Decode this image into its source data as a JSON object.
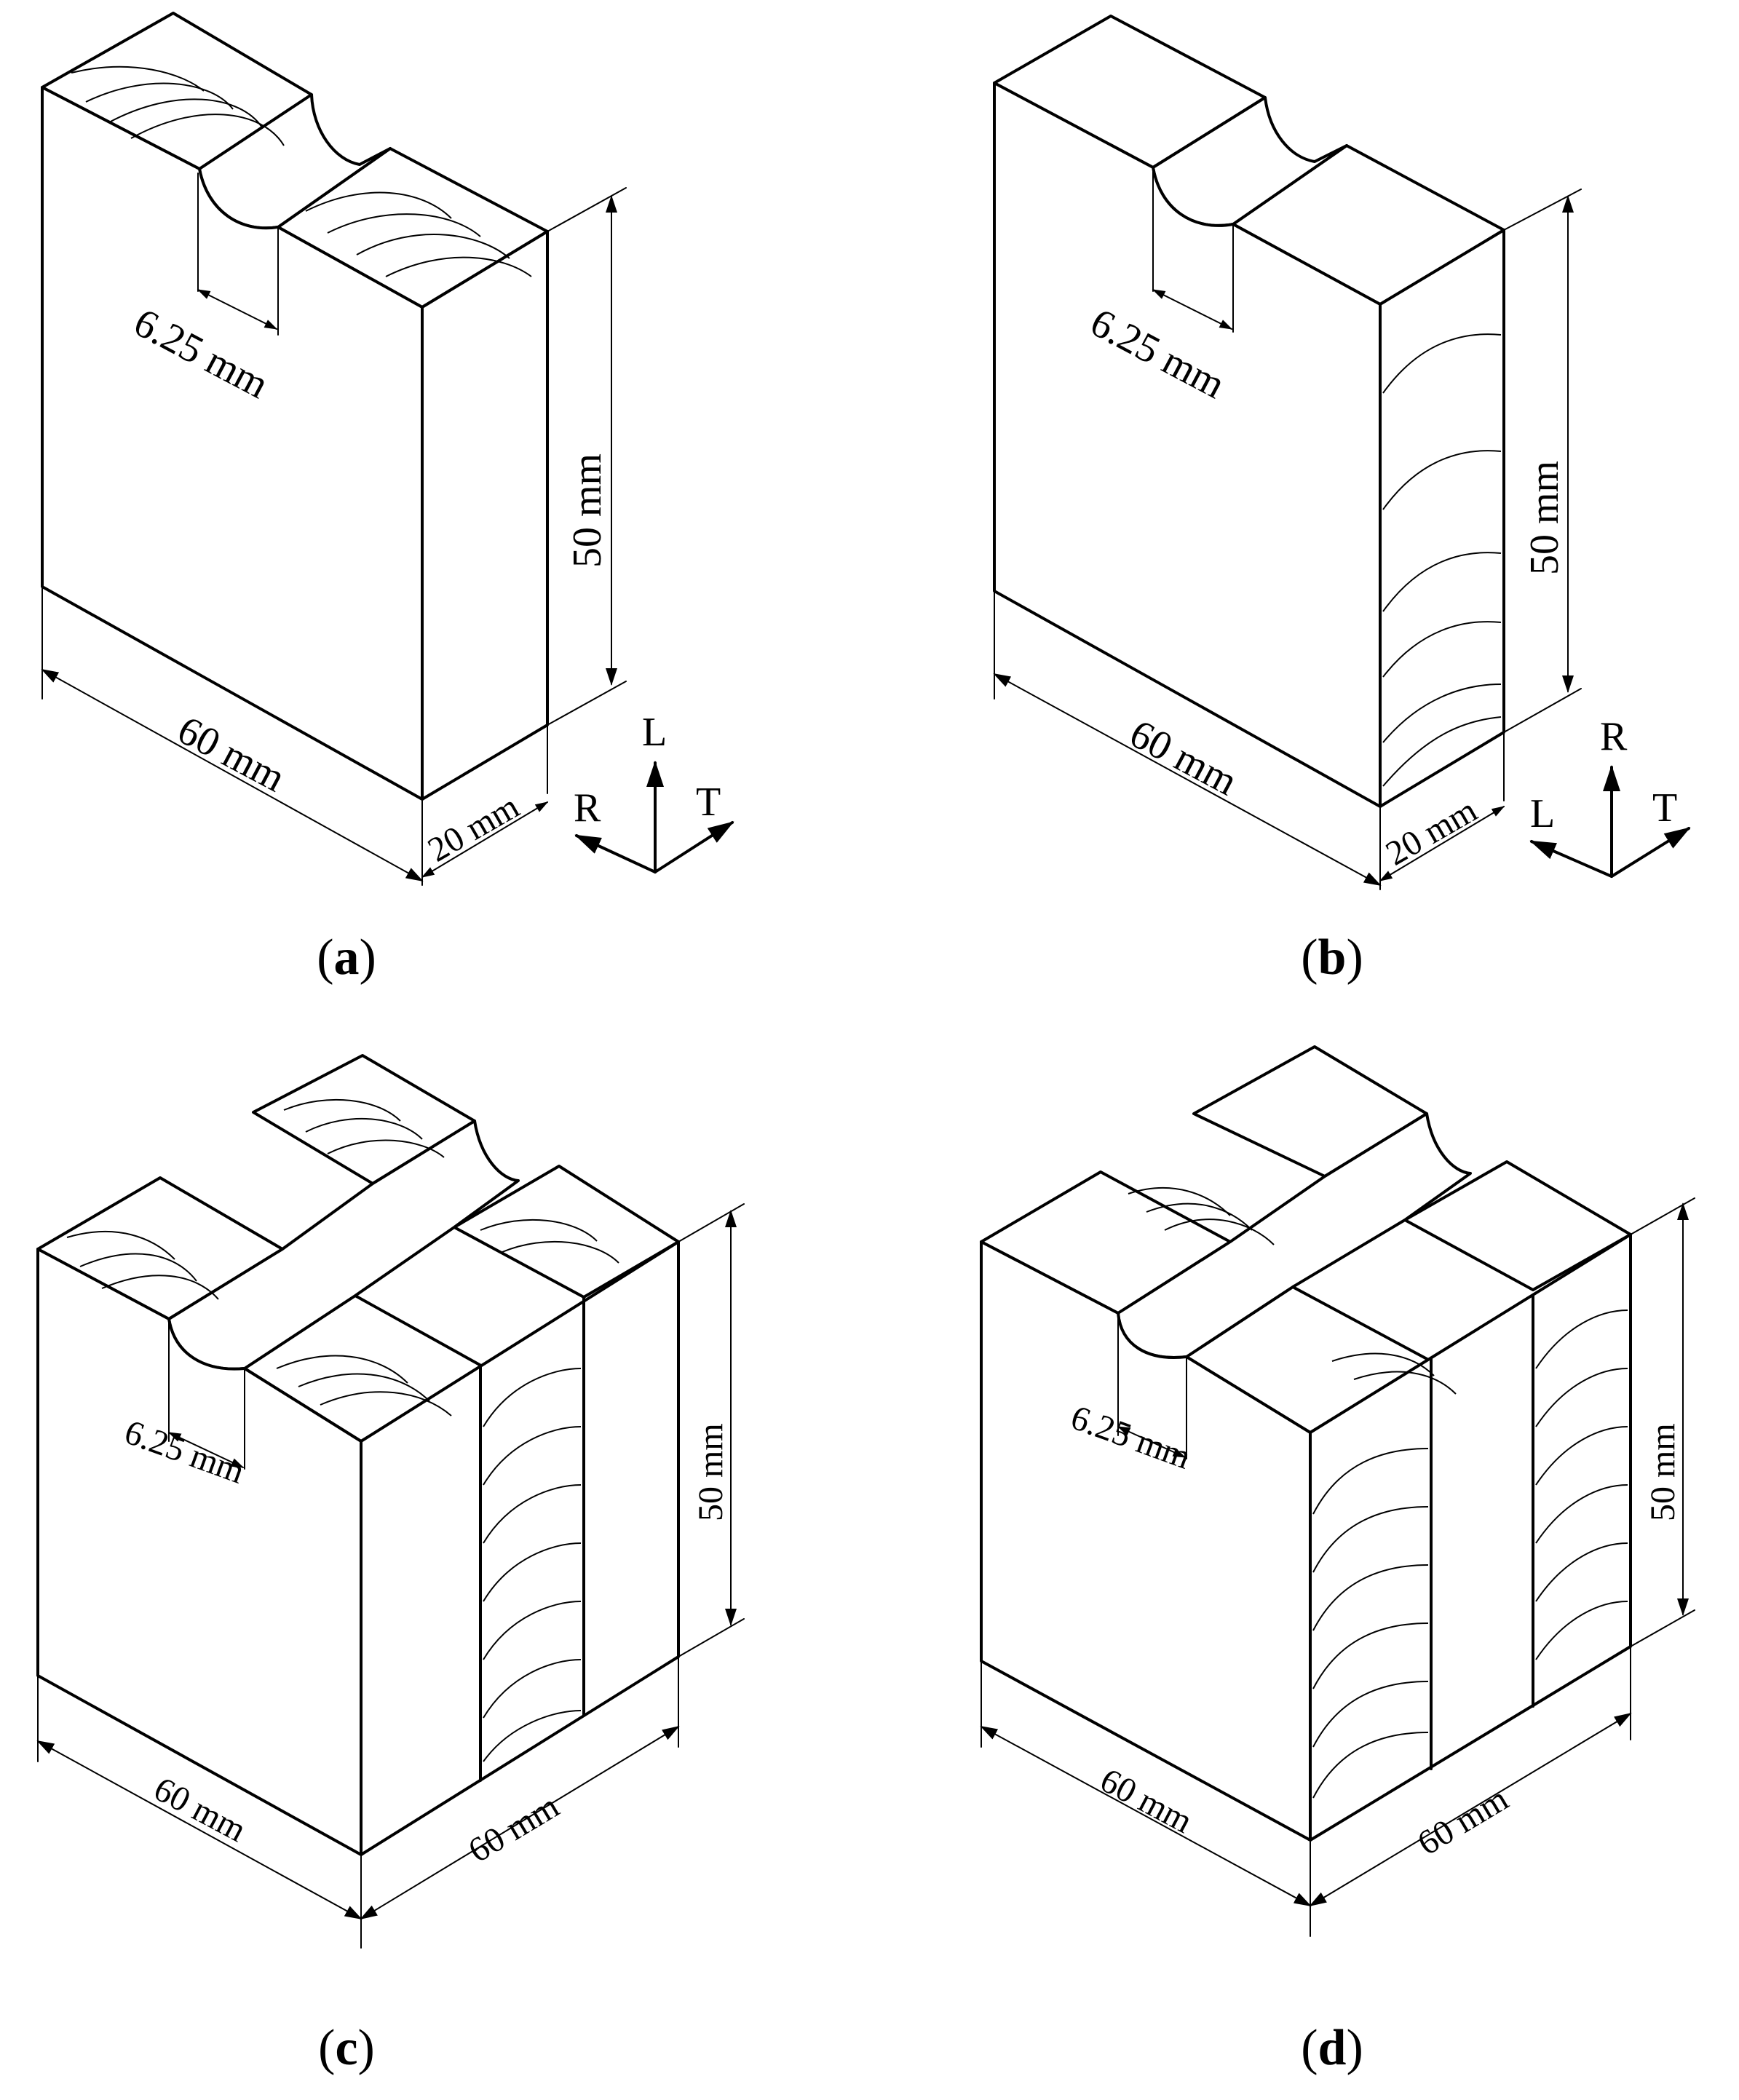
{
  "panels": [
    {
      "caption_letter": "a",
      "dim_notch": "6.25 mm",
      "dim_height": "50 mm",
      "dim_length": "60 mm",
      "dim_width": "20 mm",
      "axes": {
        "up": "L",
        "left": "R",
        "right": "T"
      }
    },
    {
      "caption_letter": "b",
      "dim_notch": "6.25 mm",
      "dim_height": "50 mm",
      "dim_length": "60 mm",
      "dim_width": "20 mm",
      "axes": {
        "up": "R",
        "left": "L",
        "right": "T"
      }
    },
    {
      "caption_letter": "c",
      "dim_notch": "6.25 mm",
      "dim_height": "50 mm",
      "dim_length": "60 mm",
      "dim_width": "60 mm"
    },
    {
      "caption_letter": "d",
      "dim_notch": "6.25 mm",
      "dim_height": "50 mm",
      "dim_length": "60 mm",
      "dim_width": "60 mm"
    }
  ],
  "caption_open": "(",
  "caption_close": ")"
}
